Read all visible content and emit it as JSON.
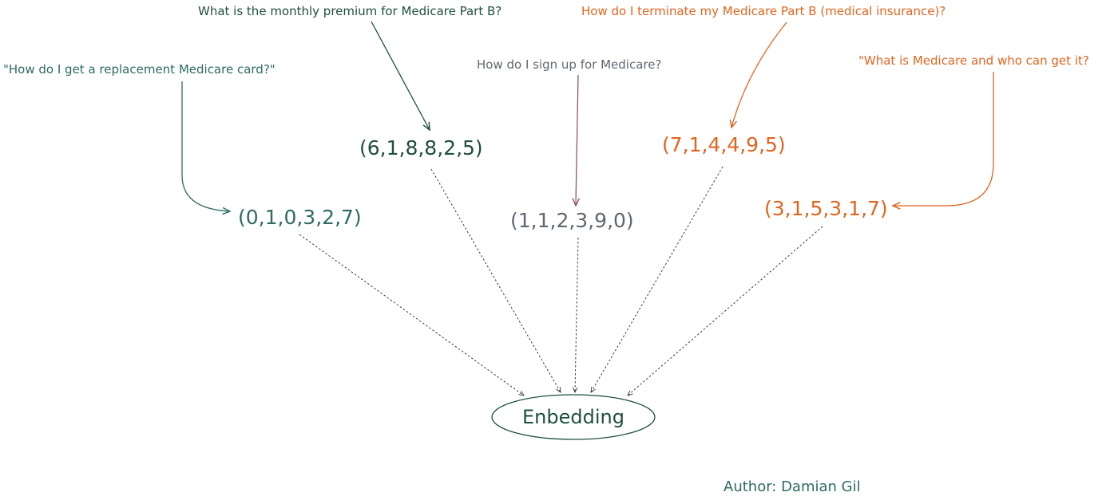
{
  "colors": {
    "teal": "#2e6b63",
    "dark_green": "#1f4f3f",
    "orange": "#e0651f",
    "gray": "#5f6872",
    "mauve": "#8e5a63",
    "dotted": "#3a3a3a"
  },
  "questions": [
    {
      "id": "replacement",
      "text": "\"How do I get a replacement Medicare card?\"",
      "color": "teal"
    },
    {
      "id": "premium",
      "text": "What is the monthly premium for Medicare Part B?",
      "color": "dark_green"
    },
    {
      "id": "signup",
      "text": "How do I sign up for Medicare?",
      "color": "gray"
    },
    {
      "id": "terminate",
      "text": "How do I terminate my Medicare Part B (medical insurance)?",
      "color": "orange"
    },
    {
      "id": "what",
      "text": "\"What is Medicare and who can get it?",
      "color": "orange"
    }
  ],
  "vectors": [
    {
      "id": "replacement",
      "text": "(0,1,0,3,2,7)",
      "color": "teal"
    },
    {
      "id": "premium",
      "text": "(6,1,8,8,2,5)",
      "color": "dark_green"
    },
    {
      "id": "signup",
      "text": "(1,1,2,3,9,0)",
      "color": "gray"
    },
    {
      "id": "terminate",
      "text": "(7,1,4,4,9,5)",
      "color": "orange"
    },
    {
      "id": "what",
      "text": "(3,1,5,3,1,7)",
      "color": "orange"
    }
  ],
  "embedding_label": "Enbedding",
  "author": "Author: Damian Gil"
}
